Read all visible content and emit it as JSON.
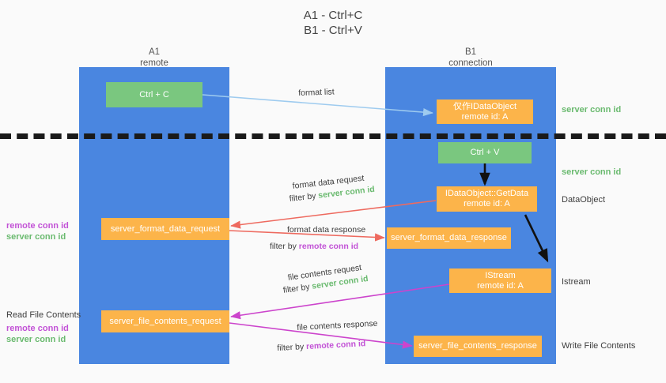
{
  "title": {
    "line1": "A1 - Ctrl+C",
    "line2": "B1 - Ctrl+V"
  },
  "columns": [
    {
      "id": "a1",
      "name": "A1",
      "subtitle": "remote"
    },
    {
      "id": "b1",
      "name": "B1",
      "subtitle": "connection"
    }
  ],
  "boxes": {
    "ctrl_c": "Ctrl + C",
    "ctrl_v": "Ctrl + V",
    "idataobject": {
      "line1": "仅作IDataObject",
      "line2": "remote id: A"
    },
    "getdata": {
      "line1": "IDataObject::GetData",
      "line2": "remote id: A"
    },
    "istream": {
      "line1": "IStream",
      "line2": "remote id: A"
    },
    "server_format_data_request": "server_format_data_request",
    "server_format_data_response": "server_format_data_response",
    "server_file_contents_request": "server_file_contents_request",
    "server_file_contents_response": "server_file_contents_response"
  },
  "left_notes": {
    "format_remote": "remote conn id",
    "format_server": "server conn id",
    "read_file_contents": "Read File Contents",
    "file_remote": "remote conn id",
    "file_server": "server conn id"
  },
  "right_notes": {
    "server_conn_id_top": "server conn id",
    "server_conn_id_mid": "server conn id",
    "dataobject": "DataObject",
    "istream": "Istream",
    "write_file_contents": "Write File Contents"
  },
  "edge_labels": {
    "format_list": "format list",
    "format_data_request": "format data request",
    "format_data_request_filter_prefix": "filter by ",
    "format_data_request_filter_value": "server conn id",
    "format_data_response": "format data response",
    "format_data_response_filter_prefix": "filter by ",
    "format_data_response_filter_value": "remote conn id",
    "file_contents_request": "file contents request",
    "file_contents_request_filter_prefix": "filter by ",
    "file_contents_request_filter_value": "server conn id",
    "file_contents_response": "file contents response",
    "file_contents_response_filter_prefix": "filter by ",
    "file_contents_response_filter_value": "remote conn id"
  },
  "colors": {
    "background": "#fafafa",
    "lane": "#4a86e0",
    "green_box": "#7ac77f",
    "orange_box": "#fcb44a",
    "arrow_light_blue": "#9ecbef",
    "arrow_red": "#ee6a5f",
    "arrow_magenta": "#cc44cc",
    "arrow_black": "#111111",
    "text_green": "#6aba6f",
    "text_purple": "#c252d6",
    "divider": "#1a1a1a"
  }
}
